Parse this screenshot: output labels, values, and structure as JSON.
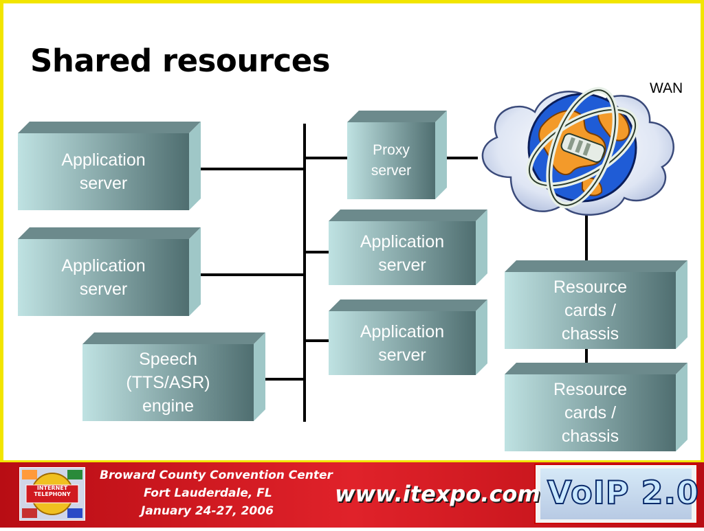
{
  "slide": {
    "title": "Shared resources",
    "wan_label": "WAN"
  },
  "boxes": {
    "app_server_left_1": "Application\nserver",
    "app_server_left_2": "Application\nserver",
    "speech_engine": "Speech\n(TTS/ASR)\nengine",
    "proxy_server": "Proxy\nserver",
    "app_server_center_1": "Application\nserver",
    "app_server_center_2": "Application\nserver",
    "resource_cards_1": "Resource\ncards /\nchassis",
    "resource_cards_2": "Resource\ncards /\nchassis"
  },
  "footer": {
    "venue": "Broward County Convention Center",
    "city": "Fort Lauderdale, FL",
    "dates": "January 24-27, 2006",
    "url": "www.itexpo.com",
    "brand": "VoIP 2.0",
    "logo_text": "INTERNET TELEPHONY"
  },
  "colors": {
    "box_front_light": "#bfe2e2",
    "box_front_dark": "#4f6e70",
    "box_top": "#6c8a8c",
    "box_side": "#9fc7c7",
    "frame": "#f2e500",
    "footer_red": "#d8141c"
  }
}
